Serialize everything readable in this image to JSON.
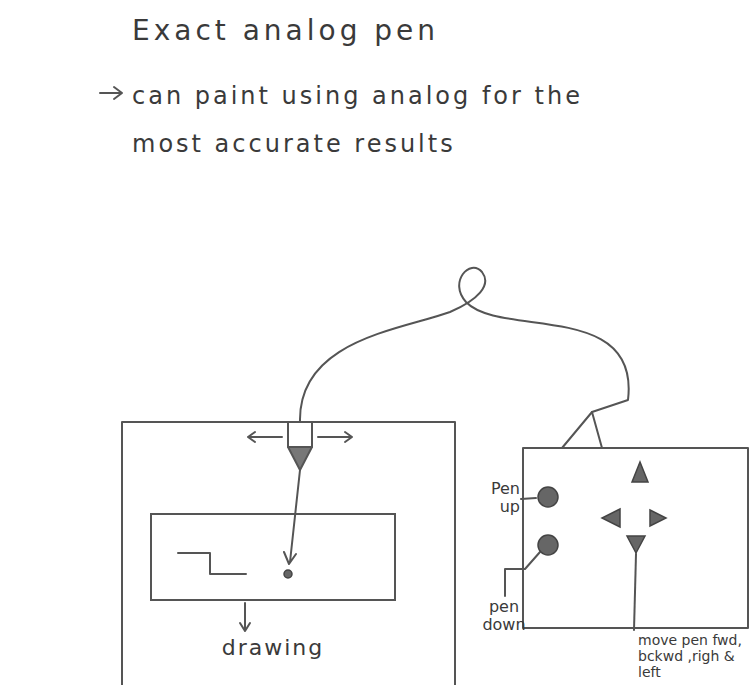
{
  "diagram": {
    "title": "Exact analog pen",
    "nodes": [
      {
        "text": [
          "drawing"
        ]
      }
    ],
    "labels": [
      "can paint using analog for the most accurate results",
      "Pen up",
      "pen down",
      "move pen fwd, bckwd ,righ & left"
    ]
  }
}
